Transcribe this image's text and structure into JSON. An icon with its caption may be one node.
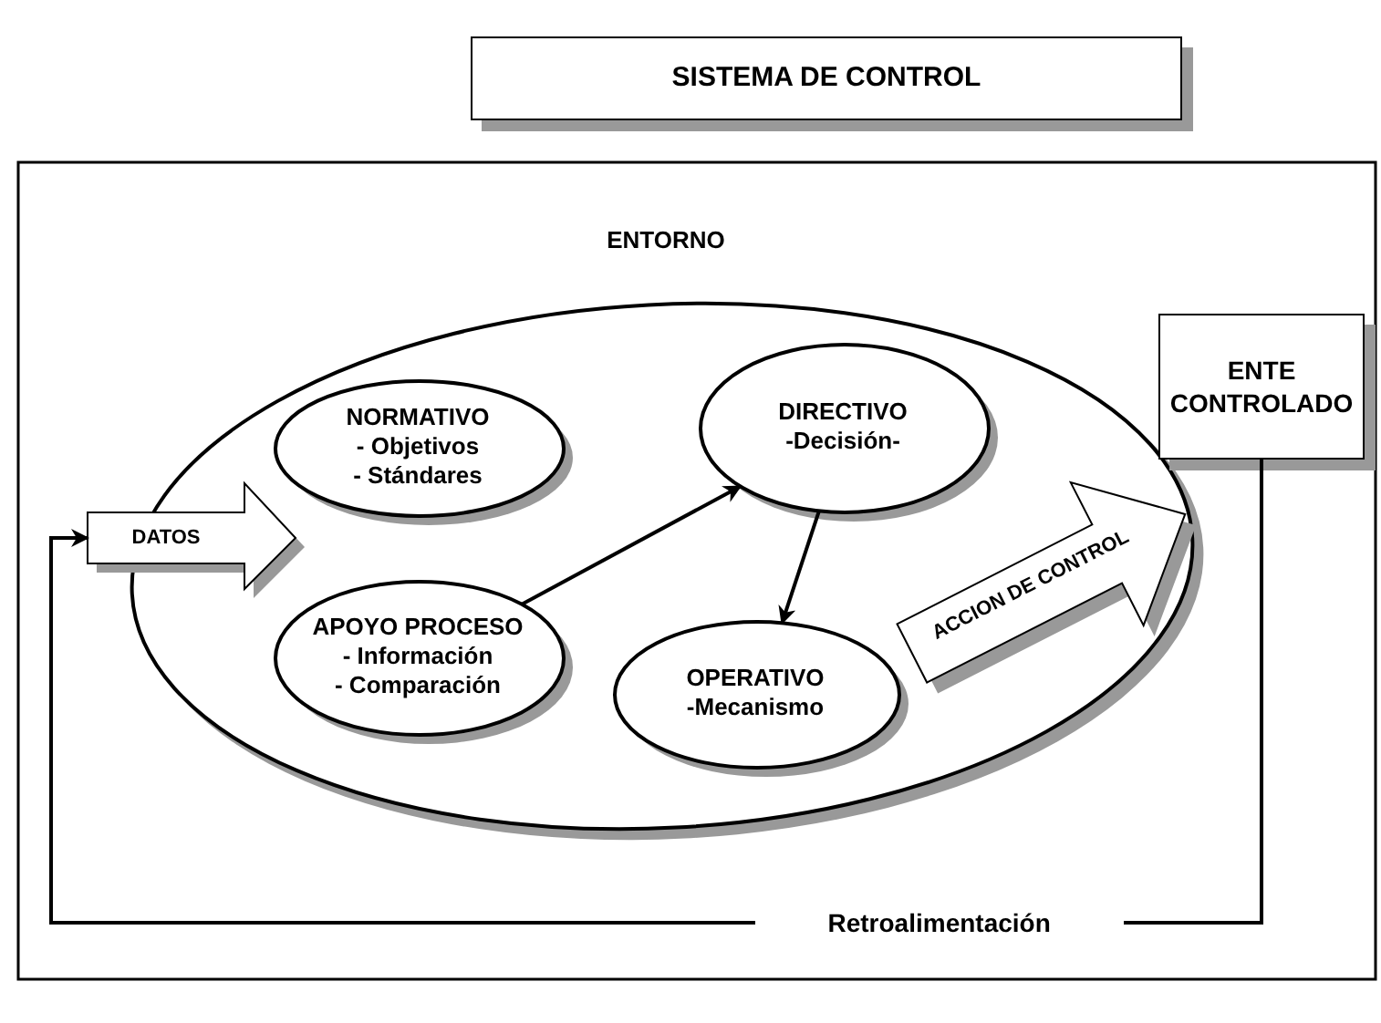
{
  "diagram": {
    "title": "SISTEMA DE CONTROL",
    "nodes": [
      {
        "text": [
          "ENTORNO"
        ]
      },
      {
        "text": [
          "NORMATIVO",
          "- Objetivos",
          "- Stándares"
        ],
        "in": 0
      },
      {
        "text": [
          "DIRECTIVO",
          "-Decisión-"
        ],
        "in": 0
      },
      {
        "text": [
          "APOYO PROCESO",
          "- Información",
          "- Comparación"
        ],
        "in": 0
      },
      {
        "text": [
          "OPERATIVO",
          "-Mecanismo"
        ],
        "in": 0
      },
      {
        "text": [
          "ACCION DE CONTROL"
        ],
        "in": 0
      },
      {
        "text": [
          "DATOS"
        ]
      },
      {
        "text": [
          "ENTE CONTROLADO"
        ]
      }
    ],
    "edges": [
      {
        "from": 3,
        "to": 2,
        "arrow": "to"
      },
      {
        "from": 2,
        "to": 4,
        "arrow": "to"
      },
      {
        "from": 7,
        "to": 6,
        "arrow": "to",
        "label": "Retroalimentación"
      }
    ]
  }
}
